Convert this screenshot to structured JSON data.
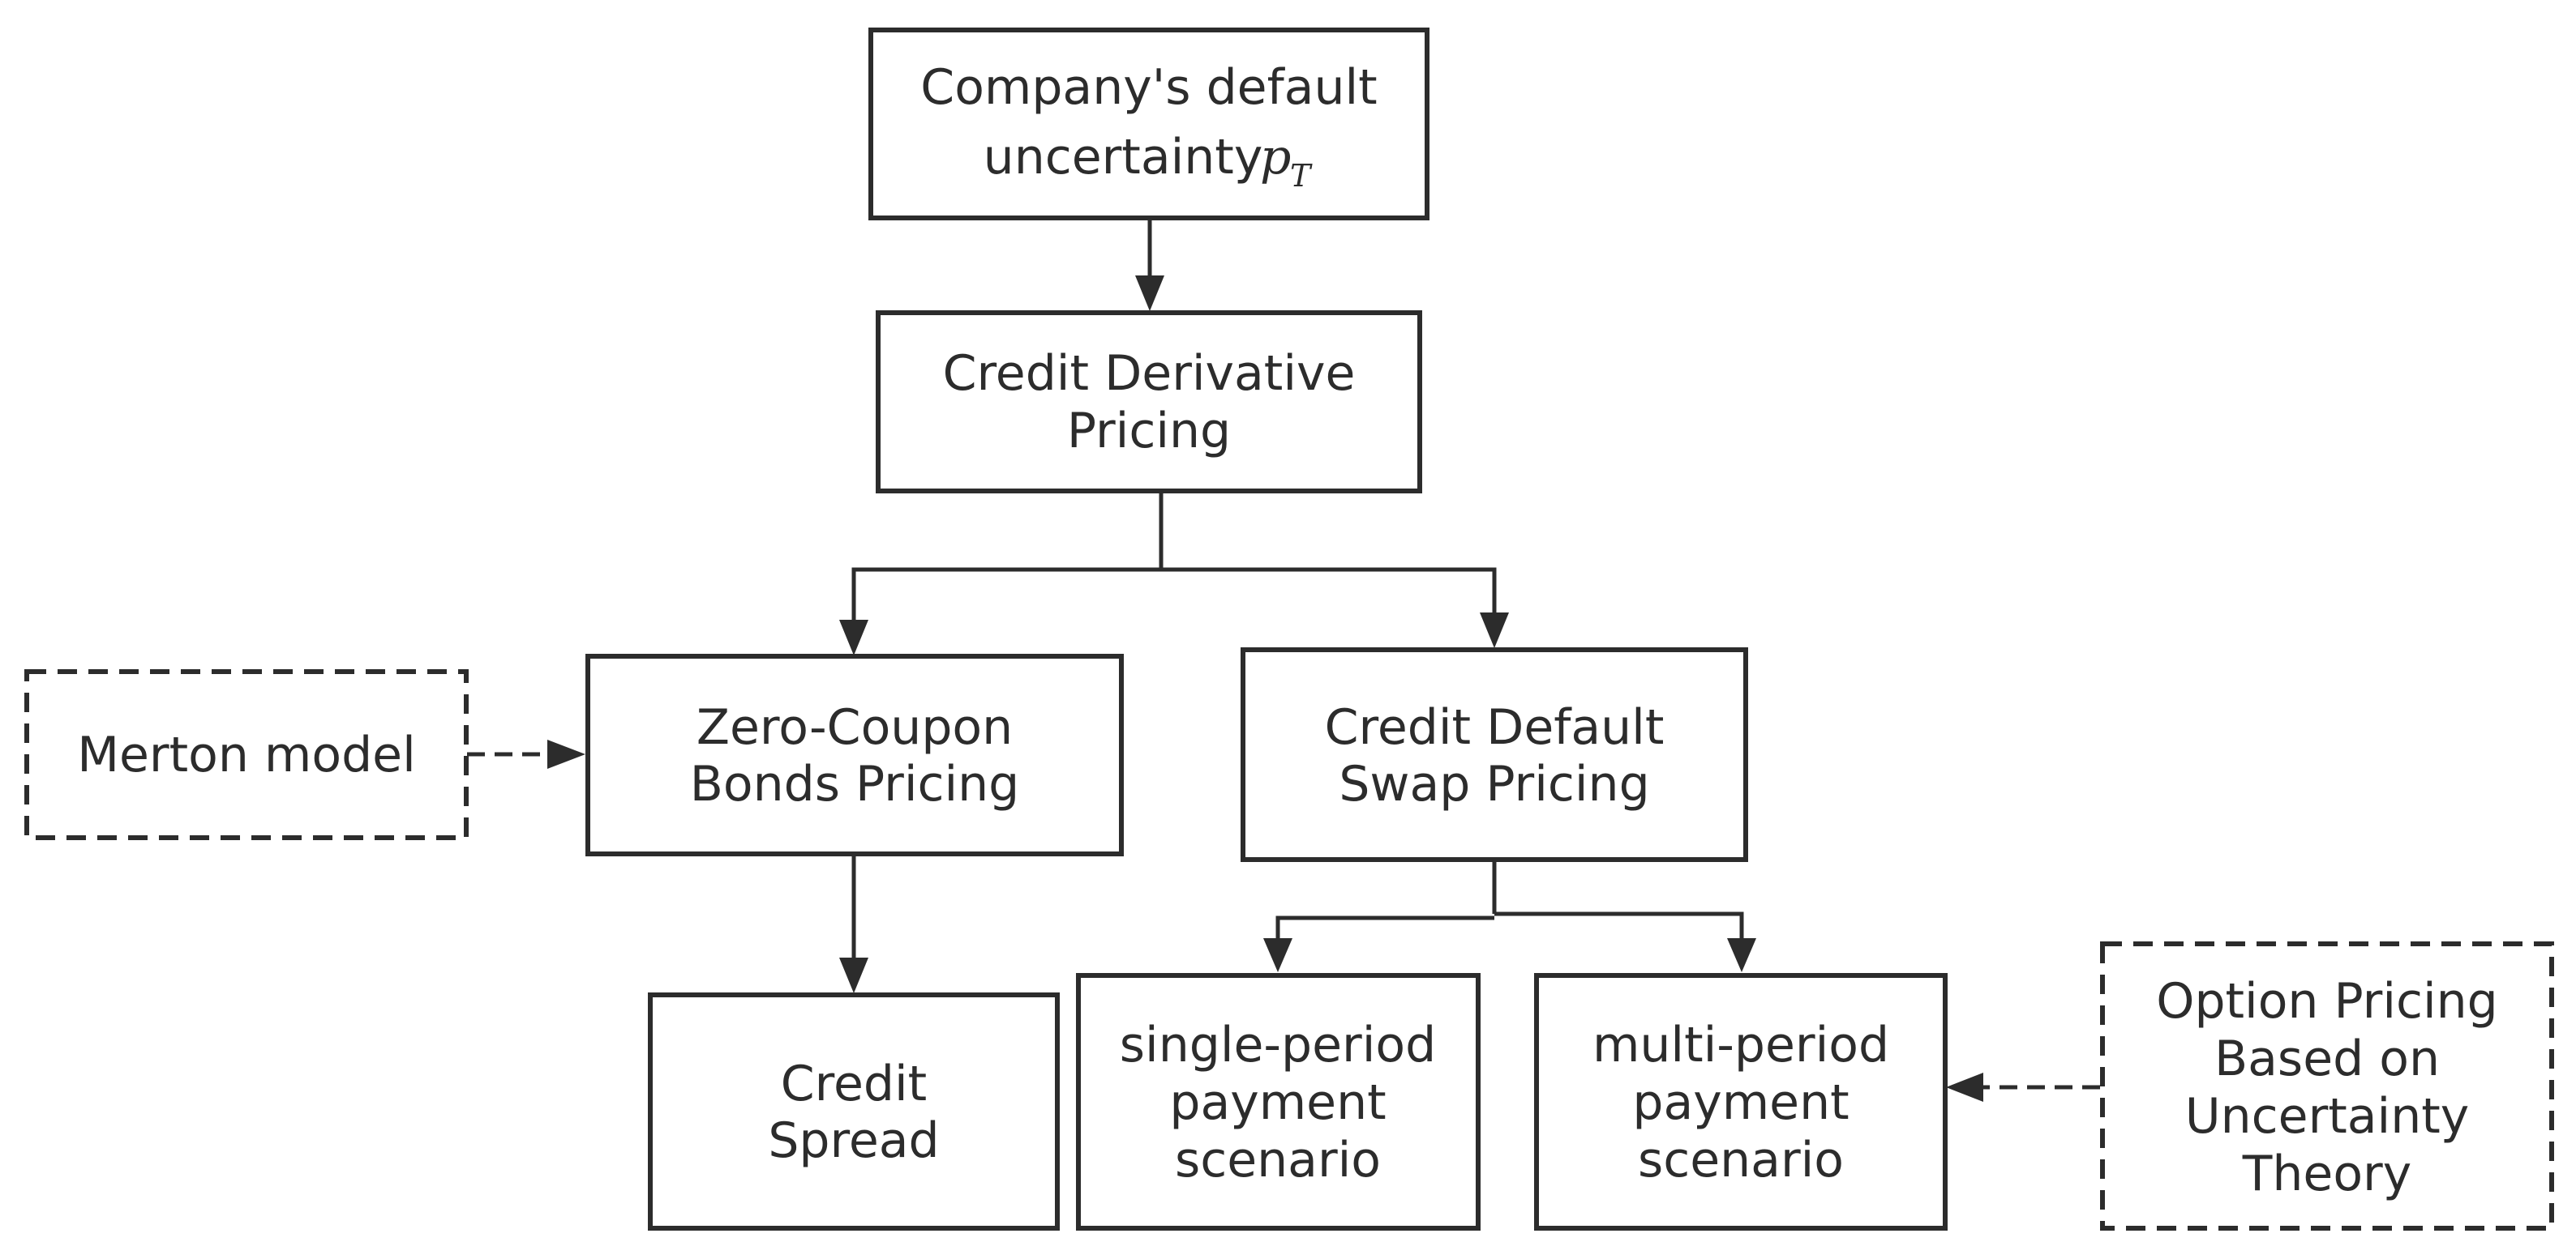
{
  "nodes": {
    "default_uncertainty": {
      "line1": "Company's default",
      "line2_prefix": "uncertainty ",
      "math_base": "p",
      "math_sub": "T"
    },
    "credit_derivative_pricing": {
      "line1": "Credit Derivative",
      "line2": "Pricing"
    },
    "zero_coupon_bonds_pricing": {
      "line1": "Zero-Coupon",
      "line2": "Bonds  Pricing"
    },
    "credit_default_swap_pricing": {
      "line1": "Credit Default",
      "line2": "Swap Pricing"
    },
    "merton_model": {
      "line1": "Merton model"
    },
    "credit_spread": {
      "line1": "Credit",
      "line2": "Spread"
    },
    "single_period_payment": {
      "line1": "single-period",
      "line2": "payment",
      "line3": "scenario"
    },
    "multi_period_payment": {
      "line1": "multi-period",
      "line2": "payment",
      "line3": "scenario"
    },
    "option_pricing_uncertainty": {
      "line1": "Option Pricing",
      "line2": "Based on",
      "line3": "Uncertainty",
      "line4": "Theory"
    }
  },
  "edges": [
    {
      "from": "default_uncertainty",
      "to": "credit_derivative_pricing",
      "style": "solid"
    },
    {
      "from": "credit_derivative_pricing",
      "to": "zero_coupon_bonds_pricing",
      "style": "solid"
    },
    {
      "from": "credit_derivative_pricing",
      "to": "credit_default_swap_pricing",
      "style": "solid"
    },
    {
      "from": "merton_model",
      "to": "zero_coupon_bonds_pricing",
      "style": "dashed"
    },
    {
      "from": "zero_coupon_bonds_pricing",
      "to": "credit_spread",
      "style": "solid"
    },
    {
      "from": "credit_default_swap_pricing",
      "to": "single_period_payment",
      "style": "solid"
    },
    {
      "from": "credit_default_swap_pricing",
      "to": "multi_period_payment",
      "style": "solid"
    },
    {
      "from": "option_pricing_uncertainty",
      "to": "multi_period_payment",
      "style": "dashed"
    }
  ]
}
